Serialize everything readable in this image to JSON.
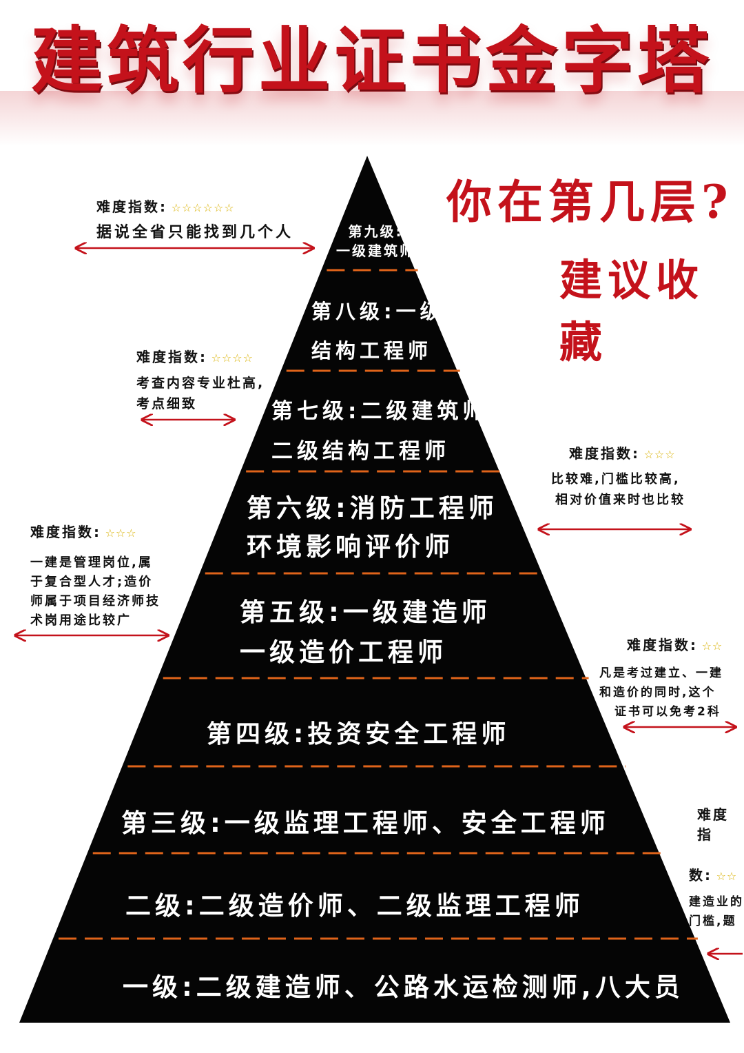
{
  "title": "建筑行业证书金字塔",
  "subtitle": "你在第几层?",
  "save_hint": "建议收藏",
  "levels": [
    {
      "lines": [
        "第九级:",
        "一级建筑师"
      ]
    },
    {
      "lines": [
        "第八级:一级",
        "结构工程师"
      ]
    },
    {
      "lines": [
        "第七级:二级建筑师",
        "二级结构工程师"
      ]
    },
    {
      "lines": [
        "第六级:消防工程师",
        "环境影响评价师"
      ]
    },
    {
      "lines": [
        "第五级:一级建造师",
        "一级造价工程师"
      ]
    },
    {
      "lines": [
        "第四级:投资安全工程师"
      ]
    },
    {
      "lines": [
        "第三级:一级监理工程师、安全工程师"
      ]
    },
    {
      "lines": [
        "二级:二级造价师、二级监理工程师"
      ]
    },
    {
      "lines": [
        "一级:二级建造师、公路水运检测师,八大员"
      ]
    }
  ],
  "notes": [
    {
      "difficulty": "难度指数:",
      "stars": "☆☆☆☆☆☆",
      "desc": [
        "据说全省只能找到几个人"
      ]
    },
    {
      "difficulty": "难度指数:",
      "stars": "☆☆☆☆",
      "desc": [
        "考查内容专业杜高,",
        "考点细致"
      ]
    },
    {
      "difficulty": "难度指数:",
      "stars": "☆☆☆",
      "desc": [
        "比较难,门槛比较高,",
        "相对价值来时也比较"
      ]
    },
    {
      "difficulty": "难度指数:",
      "stars": "☆☆☆",
      "desc": [
        "一建是管理岗位,属",
        "于复合型人才;造价",
        "师属于项目经济师技",
        "术岗用途比较广"
      ]
    },
    {
      "difficulty": "难度指数:",
      "stars": "☆☆",
      "desc": [
        "凡是考过建立、一建",
        "和造价的同时,这个",
        "证书可以免考2科"
      ]
    },
    {
      "difficulty": "难度指",
      "difficulty2": "数:",
      "stars": "☆☆",
      "desc": [
        "建造业的",
        "门槛,题"
      ]
    }
  ],
  "colors": {
    "accent": "#c4121b",
    "pyramid": "#050505",
    "divider": "#e0641a",
    "stars": "#d9b100"
  }
}
